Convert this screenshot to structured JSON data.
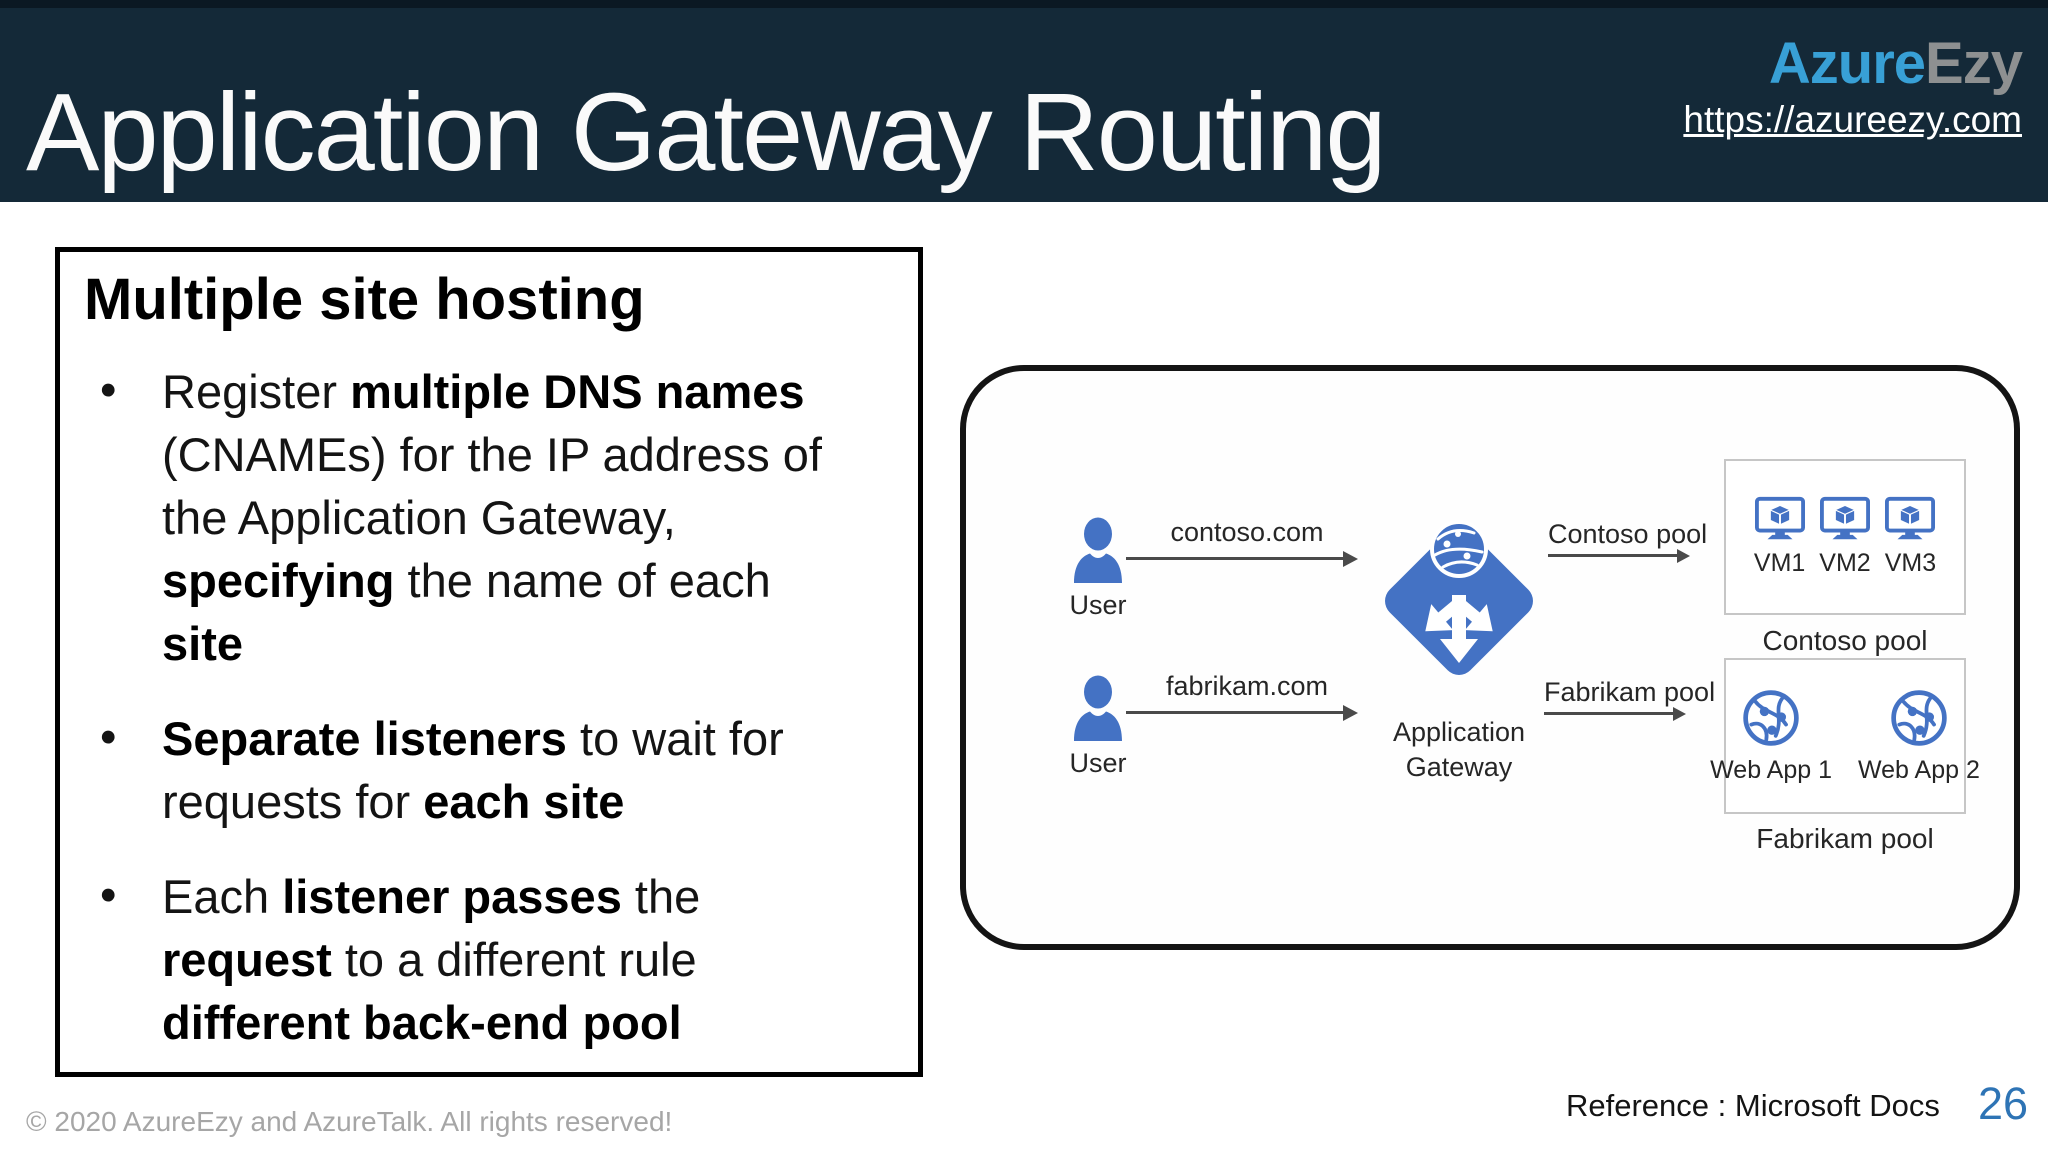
{
  "header": {
    "title": "Application Gateway Routing",
    "brand": {
      "azure": "Azure",
      "ezy": "Ezy",
      "url": "https://azureezy.com"
    }
  },
  "content_box": {
    "heading": "Multiple site hosting",
    "bullets": [
      {
        "segments": [
          {
            "text": "Register ",
            "bold": false
          },
          {
            "text": "multiple DNS names",
            "bold": true
          },
          {
            "break": true
          },
          {
            "text": "(CNAMEs) for the IP address of",
            "bold": false
          },
          {
            "break": true
          },
          {
            "text": "the Application Gateway,",
            "bold": false
          },
          {
            "break": true
          },
          {
            "text": "specifying",
            "bold": true
          },
          {
            "text": " the name of each",
            "bold": false
          },
          {
            "break": true
          },
          {
            "text": "site",
            "bold": true
          }
        ]
      },
      {
        "segments": [
          {
            "text": "Separate listeners",
            "bold": true
          },
          {
            "text": " to wait for",
            "bold": false
          },
          {
            "break": true
          },
          {
            "text": "requests for ",
            "bold": false
          },
          {
            "text": "each site",
            "bold": true
          }
        ]
      },
      {
        "segments": [
          {
            "text": "Each ",
            "bold": false
          },
          {
            "text": "listener passes",
            "bold": true
          },
          {
            "text": " the",
            "bold": false
          },
          {
            "break": true
          },
          {
            "text": "request",
            "bold": true
          },
          {
            "text": " to a different rule",
            "bold": false
          },
          {
            "break": true
          },
          {
            "text": "different back-end pool",
            "bold": true
          }
        ]
      }
    ]
  },
  "diagram": {
    "flows": [
      {
        "user_label": "User",
        "domain": "contoso.com",
        "pool_label": "Contoso pool"
      },
      {
        "user_label": "User",
        "domain": "fabrikam.com",
        "pool_label": "Fabrikam pool"
      }
    ],
    "gateway_label": "Application Gateway",
    "contoso_pool": {
      "caption": "Contoso pool",
      "vms": [
        "VM1",
        "VM2",
        "VM3"
      ]
    },
    "fabrikam_pool": {
      "caption": "Fabrikam pool",
      "apps": [
        "Web App 1",
        "Web App 2"
      ]
    }
  },
  "footer": {
    "copyright": "© 2020 AzureEzy and AzureTalk. All rights reserved!",
    "reference": "Reference :  Microsoft Docs",
    "page_number": "26"
  },
  "colors": {
    "header_bg": "#142938",
    "brand_azure": "#38a0d6",
    "brand_ezy": "#8e9091",
    "diagram_blue": "#4472c4",
    "page_number_blue": "#2e74b5"
  }
}
